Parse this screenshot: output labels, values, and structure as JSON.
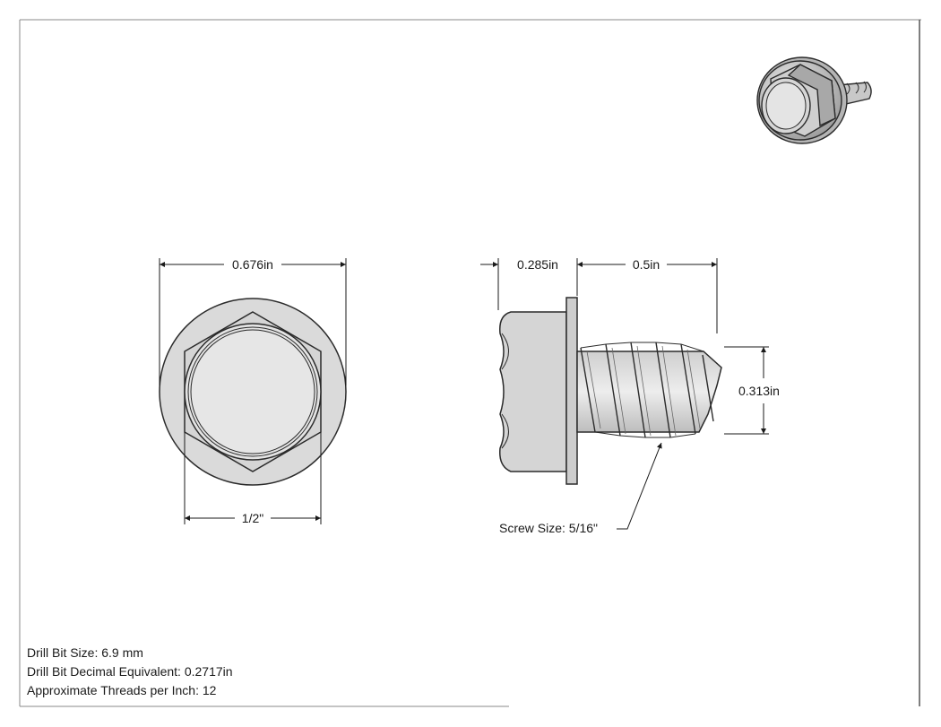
{
  "dimensions": {
    "flange_diameter": "0.676in",
    "hex_width": "1/2\"",
    "head_height": "0.285in",
    "thread_length": "0.5in",
    "thread_diameter": "0.313in",
    "screw_size": "Screw Size: 5/16\""
  },
  "specs": {
    "drill_bit_size": "Drill Bit Size: 6.9 mm",
    "drill_bit_decimal": "Drill Bit Decimal Equivalent: 0.2717in",
    "threads_per_inch": "Approximate Threads per Inch: 12"
  },
  "icons": {
    "iso_view": "hex-screw-isometric-icon"
  },
  "colors": {
    "line": "#2b2b2b",
    "part_fill": "#d9d9d9",
    "frame": "#888888"
  }
}
